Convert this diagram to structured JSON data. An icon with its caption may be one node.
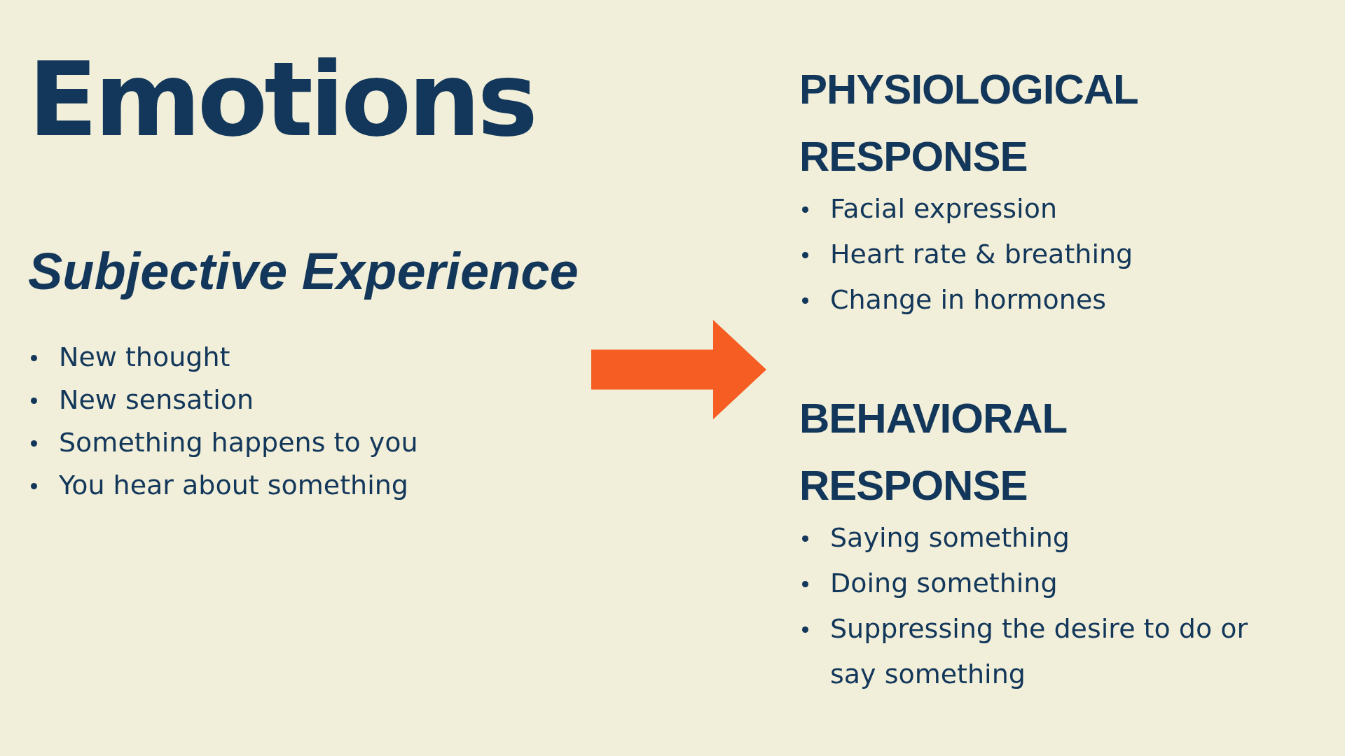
{
  "diagram": {
    "title": "Emotions",
    "nodes": [
      {
        "text": [
          "Subjective Experience",
          "New thought",
          "New sensation",
          "Something happens to you",
          "You hear about something"
        ]
      },
      {
        "text": [
          "PHYSIOLOGICAL RESPONSE",
          "Facial expression",
          "Heart rate & breathing",
          "Change in hormones"
        ]
      },
      {
        "text": [
          "BEHAVIORAL RESPONSE",
          "Saying something",
          "Doing something",
          "Suppressing the desire to do or say something"
        ]
      }
    ],
    "edges": [
      {
        "from": 0,
        "to": 1,
        "arrow": "to"
      },
      {
        "from": 0,
        "to": 2,
        "arrow": "to"
      }
    ]
  }
}
